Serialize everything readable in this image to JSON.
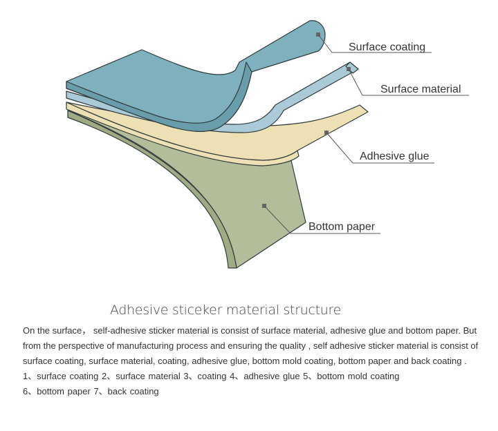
{
  "diagram": {
    "labels": {
      "surface_coating": "Surface coating",
      "surface_material": "Surface material",
      "adhesive_glue": "Adhesive glue",
      "bottom_paper": "Bottom paper"
    },
    "colors": {
      "surface_coating": "#7fb0bd",
      "surface_coating_side": "#6a9dab",
      "surface_material": "#a9cad6",
      "adhesive_glue": "#ece0b4",
      "bottom_paper": "#b3bd9a",
      "bottom_paper_side": "#a0ab86",
      "outline": "#2f3a3a"
    }
  },
  "heading": "Adhesive sticeker material structure",
  "description": "On the surface， self-adhesive sticker material  is consist of  surface material, adhesive glue and bottom paper. But from the perspective of manufacturing process and ensuring the quality , self adhesive sticker material is consist of surface coating, surface material, coating, adhesive glue, bottom mold coating, bottom paper and back coating .",
  "list_lines": [
    "1、surface coating    2、surface material    3、coating    4、adhesive glue    5、bottom mold coating",
    "6、bottom paper    7、back coating"
  ]
}
